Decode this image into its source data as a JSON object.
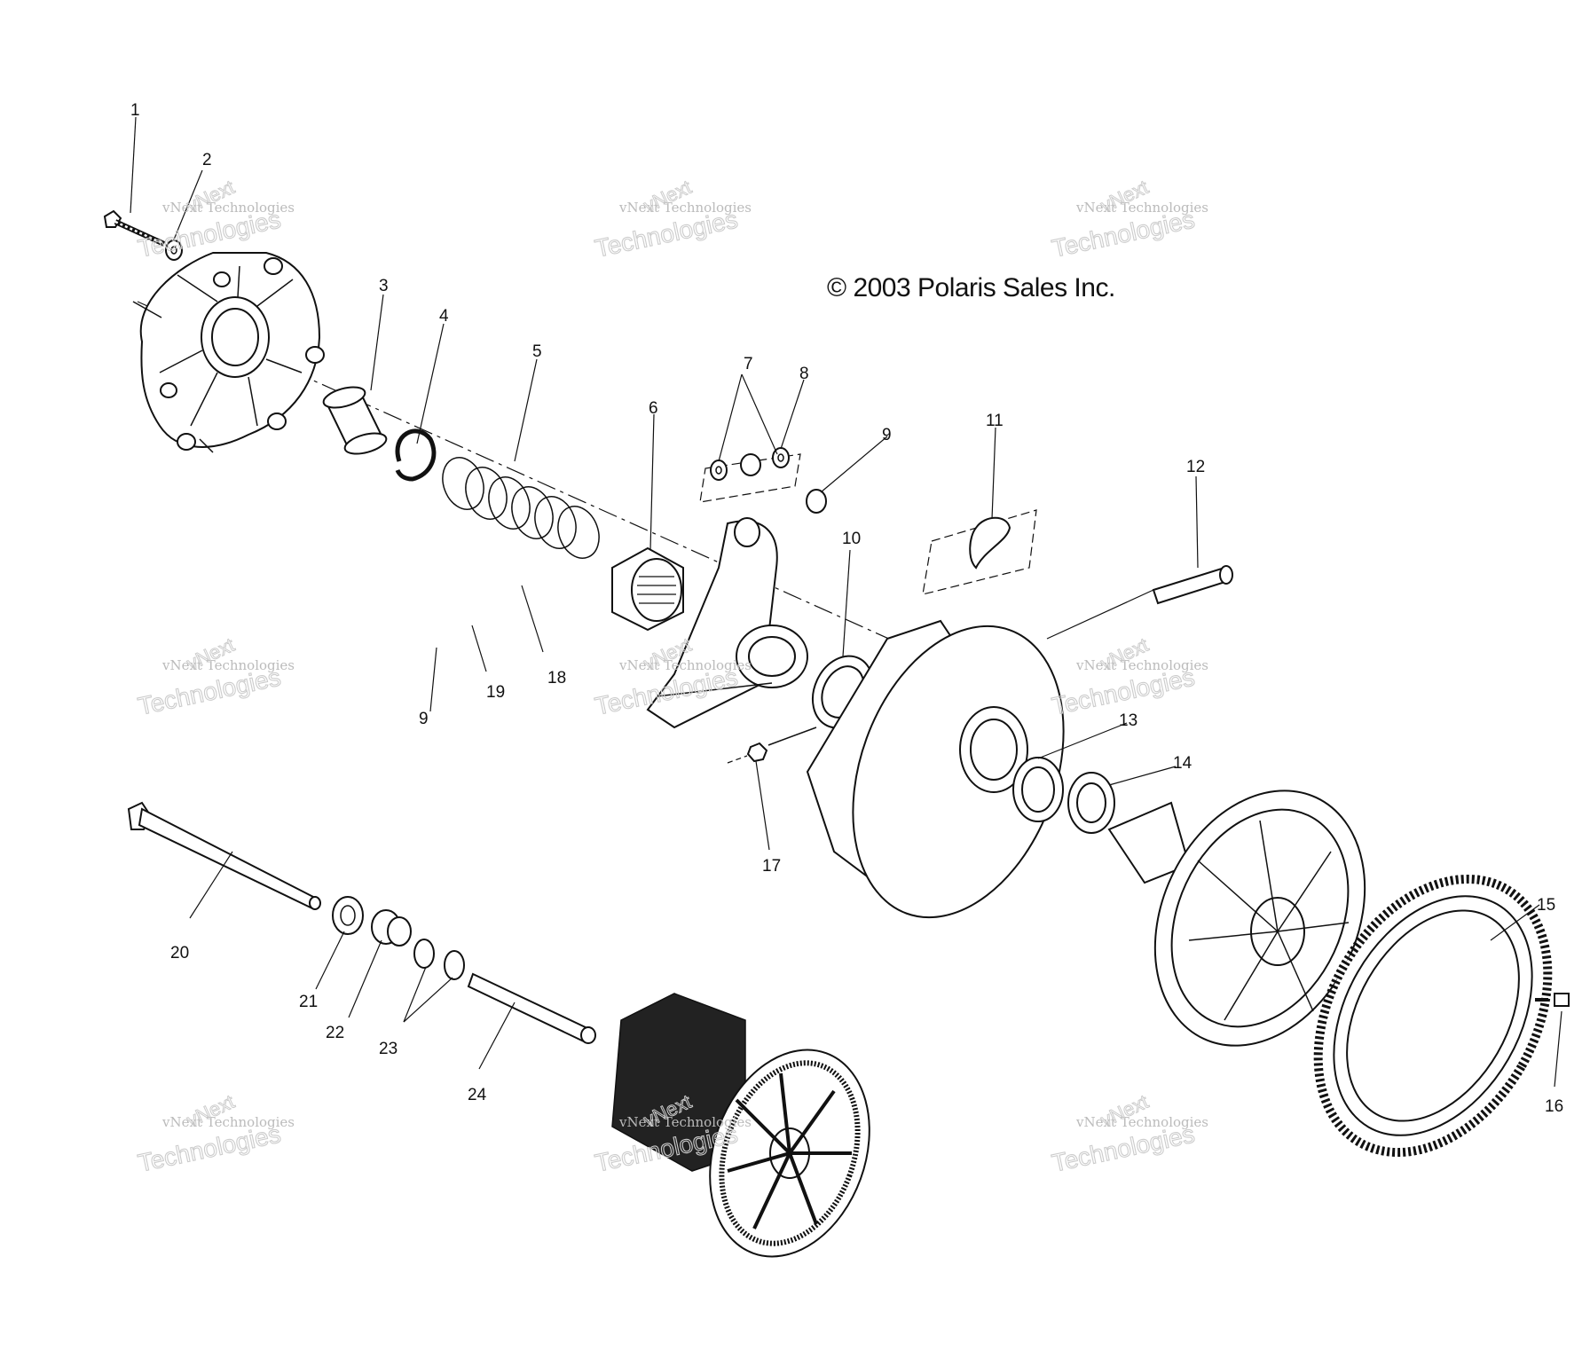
{
  "copyright": "© 2003 Polaris Sales Inc.",
  "watermark": {
    "line1": "vNext Technologies",
    "line2": "Technologies",
    "line3": "vNext"
  },
  "callouts": [
    "1",
    "2",
    "3",
    "4",
    "5",
    "6",
    "7",
    "8",
    "9",
    "10",
    "11",
    "12",
    "13",
    "14",
    "15",
    "16",
    "17",
    "18",
    "19",
    "9",
    "20",
    "21",
    "22",
    "23",
    "24"
  ]
}
